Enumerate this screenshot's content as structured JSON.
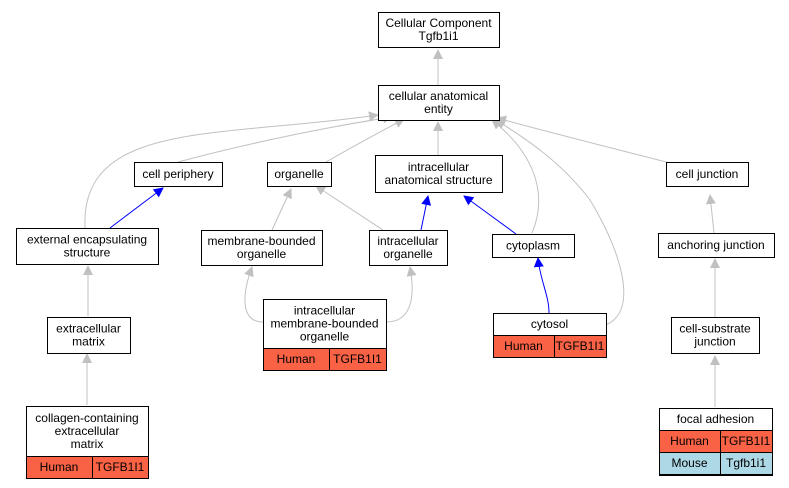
{
  "colors": {
    "human": "#f96245",
    "mouse": "#add8e6",
    "edge_gray": "#c0c0c0",
    "edge_blue": "#0000ff"
  },
  "nodes": {
    "root": {
      "lines": [
        "Cellular Component",
        "Tgfb1i1"
      ]
    },
    "cae": {
      "lines": [
        "cellular anatomical",
        "entity"
      ]
    },
    "cellper": {
      "lines": [
        "cell periphery"
      ]
    },
    "organelle": {
      "lines": [
        "organelle"
      ]
    },
    "ias": {
      "lines": [
        "intracellular",
        "anatomical structure"
      ]
    },
    "celljunc": {
      "lines": [
        "cell junction"
      ]
    },
    "ext": {
      "lines": [
        "external encapsulating",
        "structure"
      ]
    },
    "mbo": {
      "lines": [
        "membrane-bounded",
        "organelle"
      ]
    },
    "io": {
      "lines": [
        "intracellular",
        "organelle"
      ]
    },
    "cyto": {
      "lines": [
        "cytoplasm"
      ]
    },
    "anch": {
      "lines": [
        "anchoring junction"
      ]
    },
    "ecm": {
      "lines": [
        "extracellular",
        "matrix"
      ]
    },
    "imbo": {
      "lines": [
        "intracellular",
        "membrane-bounded",
        "organelle"
      ],
      "rows": [
        [
          "Human",
          "TGFB1I1"
        ]
      ]
    },
    "cytosol": {
      "lines": [
        "cytosol"
      ],
      "rows": [
        [
          "Human",
          "TGFB1I1"
        ]
      ]
    },
    "csj": {
      "lines": [
        "cell-substrate",
        "junction"
      ]
    },
    "ccem": {
      "lines": [
        "collagen-containing",
        "extracellular",
        "matrix"
      ],
      "rows": [
        [
          "Human",
          "TGFB1I1"
        ]
      ]
    },
    "fa": {
      "lines": [
        "focal adhesion"
      ],
      "rows": [
        [
          "Human",
          "TGFB1I1"
        ],
        [
          "Mouse",
          "Tgfb1i1"
        ]
      ]
    }
  }
}
